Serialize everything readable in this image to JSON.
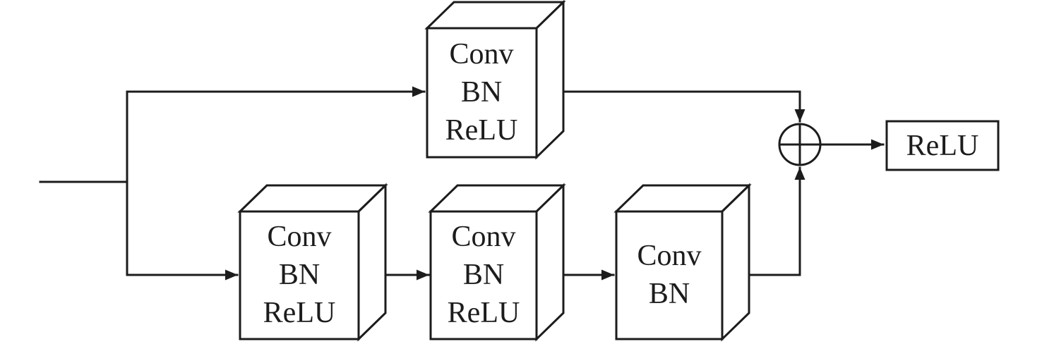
{
  "diagram": {
    "type": "residual-block",
    "blocks": {
      "top_branch": {
        "line1": "Conv",
        "line2": "BN",
        "line3": "ReLU"
      },
      "bottom1": {
        "line1": "Conv",
        "line2": "BN",
        "line3": "ReLU"
      },
      "bottom2": {
        "line1": "Conv",
        "line2": "BN",
        "line3": "ReLU"
      },
      "bottom3": {
        "line1": "Conv",
        "line2": "BN"
      },
      "output": {
        "label": "ReLU"
      }
    },
    "operator": {
      "name": "elementwise-add",
      "symbol": "⊕"
    },
    "colors": {
      "line": "#1c1c1c",
      "background": "#ffffff",
      "box_fill": "#ffffff"
    }
  }
}
